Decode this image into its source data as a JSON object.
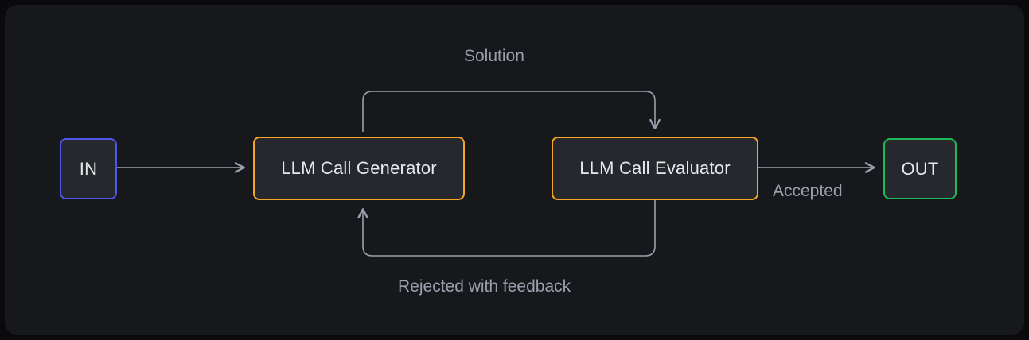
{
  "diagram": {
    "type": "flowchart",
    "title_visible": false,
    "nodes": [
      {
        "id": "in",
        "label": "IN",
        "border_color": "#4f56e8",
        "fill_color": "#26282d",
        "shape": "rounded-rect"
      },
      {
        "id": "generator",
        "label": "LLM Call Generator",
        "border_color": "#f5a623",
        "fill_color": "#26282d",
        "shape": "rounded-rect"
      },
      {
        "id": "evaluator",
        "label": "LLM Call Evaluator",
        "border_color": "#f5a623",
        "fill_color": "#26282d",
        "shape": "rounded-rect"
      },
      {
        "id": "out",
        "label": "OUT",
        "border_color": "#1db954",
        "fill_color": "#26282d",
        "shape": "rounded-rect"
      }
    ],
    "edges": [
      {
        "id": "in-to-generator",
        "from": "in",
        "to": "generator",
        "label": ""
      },
      {
        "id": "generator-to-evaluator",
        "from": "generator",
        "to": "evaluator",
        "label": "Solution"
      },
      {
        "id": "evaluator-to-generator",
        "from": "evaluator",
        "to": "generator",
        "label": "Rejected with feedback"
      },
      {
        "id": "evaluator-to-out",
        "from": "evaluator",
        "to": "out",
        "label": "Accepted"
      }
    ],
    "labels": {
      "solution": "Solution",
      "rejected": "Rejected with feedback",
      "accepted": "Accepted"
    },
    "colors": {
      "page_background": "#0a0a0c",
      "canvas_background": "#17181c",
      "node_fill": "#26282d",
      "node_text": "#e6e8ec",
      "edge_line": "#9aa0ab",
      "edge_label_text": "#9aa0ab",
      "accent_input": "#4f56e8",
      "accent_llm": "#f5a623",
      "accent_output": "#1db954"
    }
  }
}
